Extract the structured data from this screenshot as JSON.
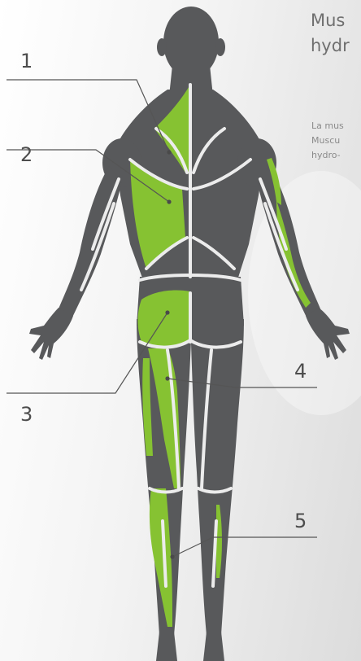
{
  "header": {
    "title_lines": [
      "Mus",
      "hydr"
    ],
    "body_lines": [
      "La mus",
      "Muscu",
      "hydro-"
    ]
  },
  "callouts": [
    {
      "number": "1"
    },
    {
      "number": "2"
    },
    {
      "number": "3"
    },
    {
      "number": "4"
    },
    {
      "number": "5"
    }
  ],
  "colors": {
    "highlight": "#86c232",
    "muscle": "#58595b",
    "separator": "#ececec",
    "leader_line": "#555555",
    "dot": "#4a4a4a"
  }
}
